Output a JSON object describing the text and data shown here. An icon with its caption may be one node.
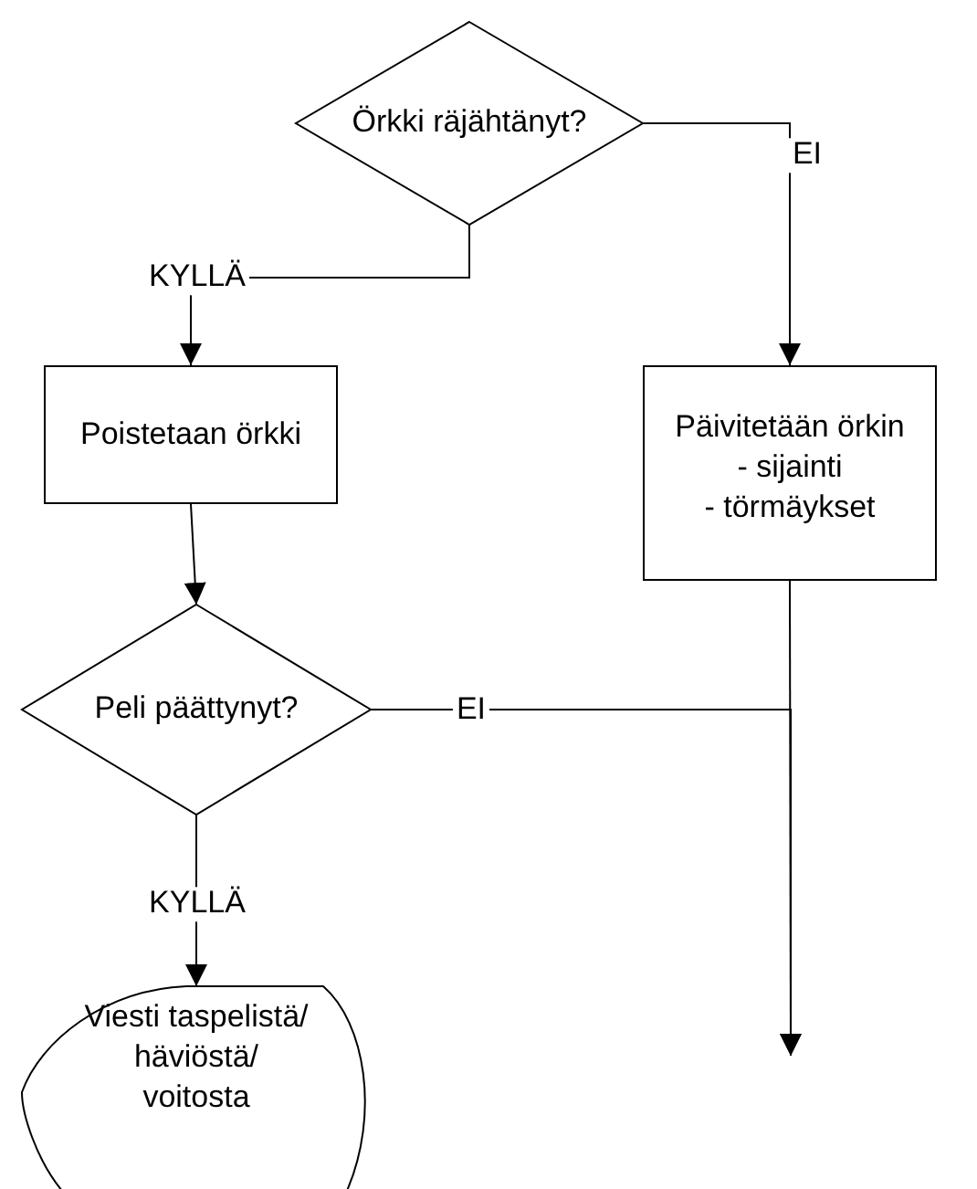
{
  "diagram": {
    "nodes": [
      {
        "text": [
          "Örkki räjähtänyt?"
        ]
      },
      {
        "text": [
          "Poistetaan örkki"
        ]
      },
      {
        "text": [
          "Päivitetään örkin",
          "- sijainti",
          "- törmäykset"
        ]
      },
      {
        "text": [
          "Peli päättynyt?"
        ]
      },
      {
        "text": [
          "Viesti taspelistä/ häviöstä/ voitosta"
        ]
      }
    ],
    "edges": [
      {
        "from": 0,
        "to": 1,
        "arrow": "to",
        "label": "KYLLÄ"
      },
      {
        "from": 0,
        "to": 2,
        "arrow": "to",
        "label": "EI"
      },
      {
        "from": 1,
        "to": 3,
        "arrow": "to"
      },
      {
        "from": 3,
        "to": 4,
        "arrow": "to",
        "label": "KYLLÄ"
      },
      {
        "from": 3,
        "to": null,
        "arrow": "to",
        "label": "EI"
      },
      {
        "from": 2,
        "to": null,
        "arrow": "to"
      }
    ]
  }
}
